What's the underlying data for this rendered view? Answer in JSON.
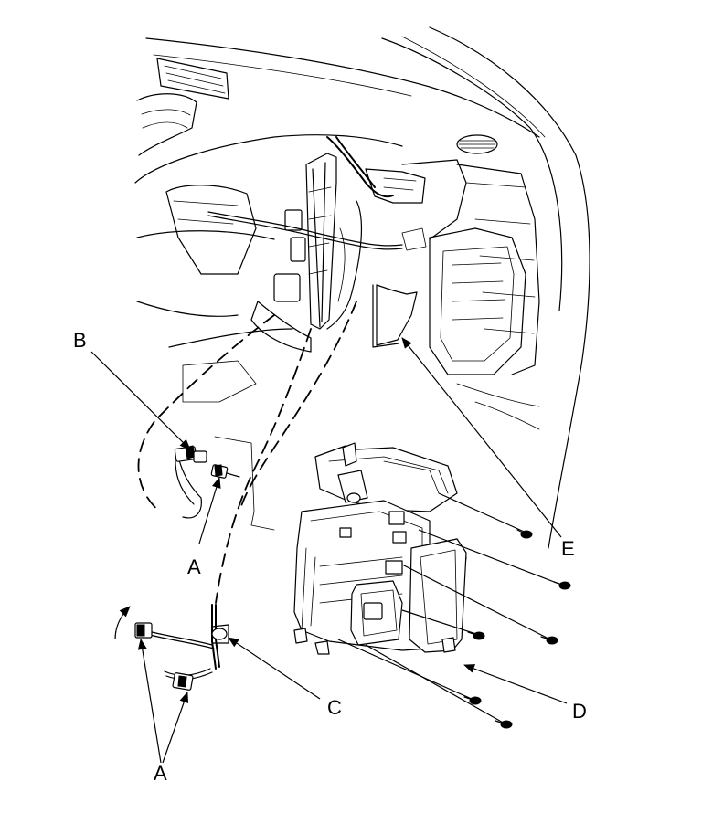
{
  "callouts": {
    "A_top": "A",
    "A_bottom": "A",
    "B": "B",
    "C": "C",
    "D": "D",
    "E": "E"
  }
}
